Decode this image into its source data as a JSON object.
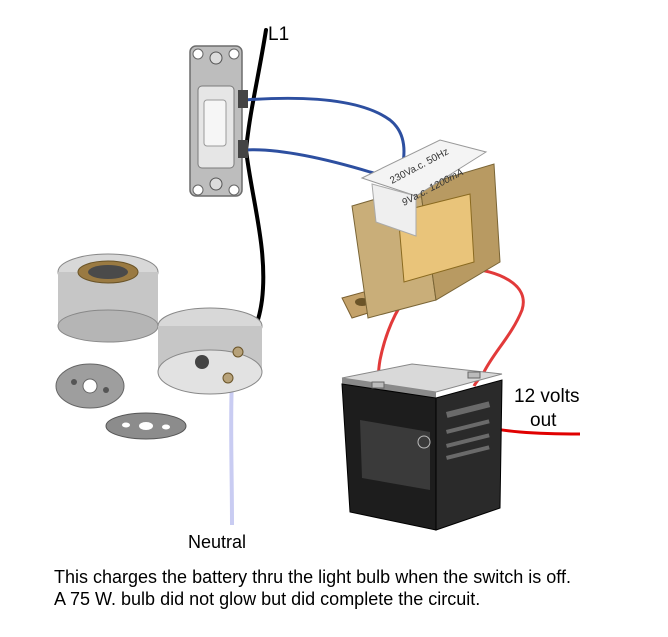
{
  "labels": {
    "l1": "L1",
    "out_line1": "12 volts",
    "out_line2": "out",
    "neutral": "Neutral"
  },
  "transformer": {
    "rating_input": "230Va.c. 50Hz",
    "rating_output": "9Va.c. 1200mA"
  },
  "caption": {
    "line1": "This charges the battery thru the light bulb when the switch is off.",
    "line2": "A 75 W. bulb did not glow but did complete the circuit."
  },
  "colors": {
    "line_wire": "#000000",
    "switch_wire": "#2d4fa0",
    "secondary_wire": "#e23a3a",
    "output_wire": "#e00000",
    "neutral_wire": "#c9ccf2"
  }
}
